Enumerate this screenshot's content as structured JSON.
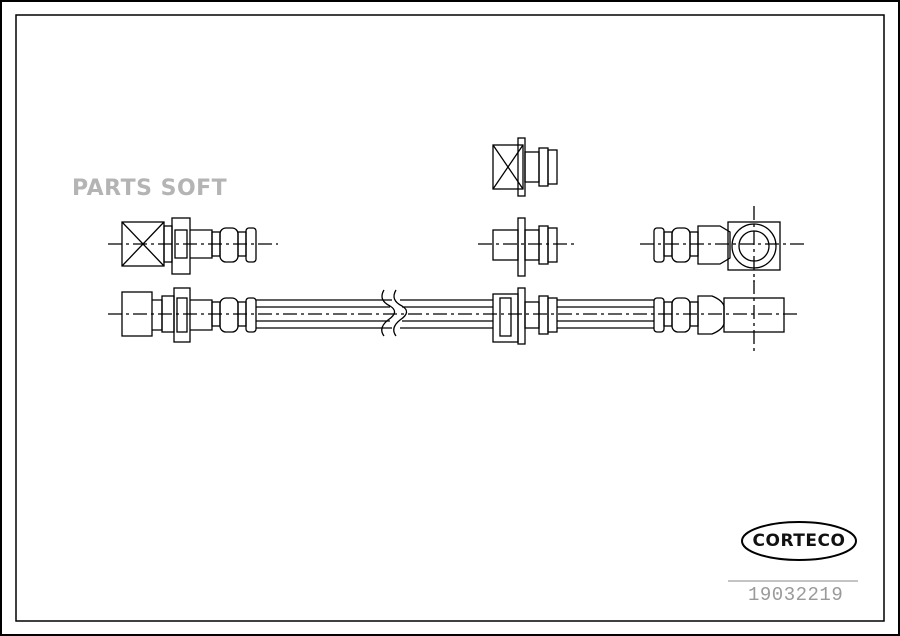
{
  "drawing": {
    "watermark": "PARTS SOFT",
    "brand": "CORTECO",
    "part_number": "19032219"
  }
}
